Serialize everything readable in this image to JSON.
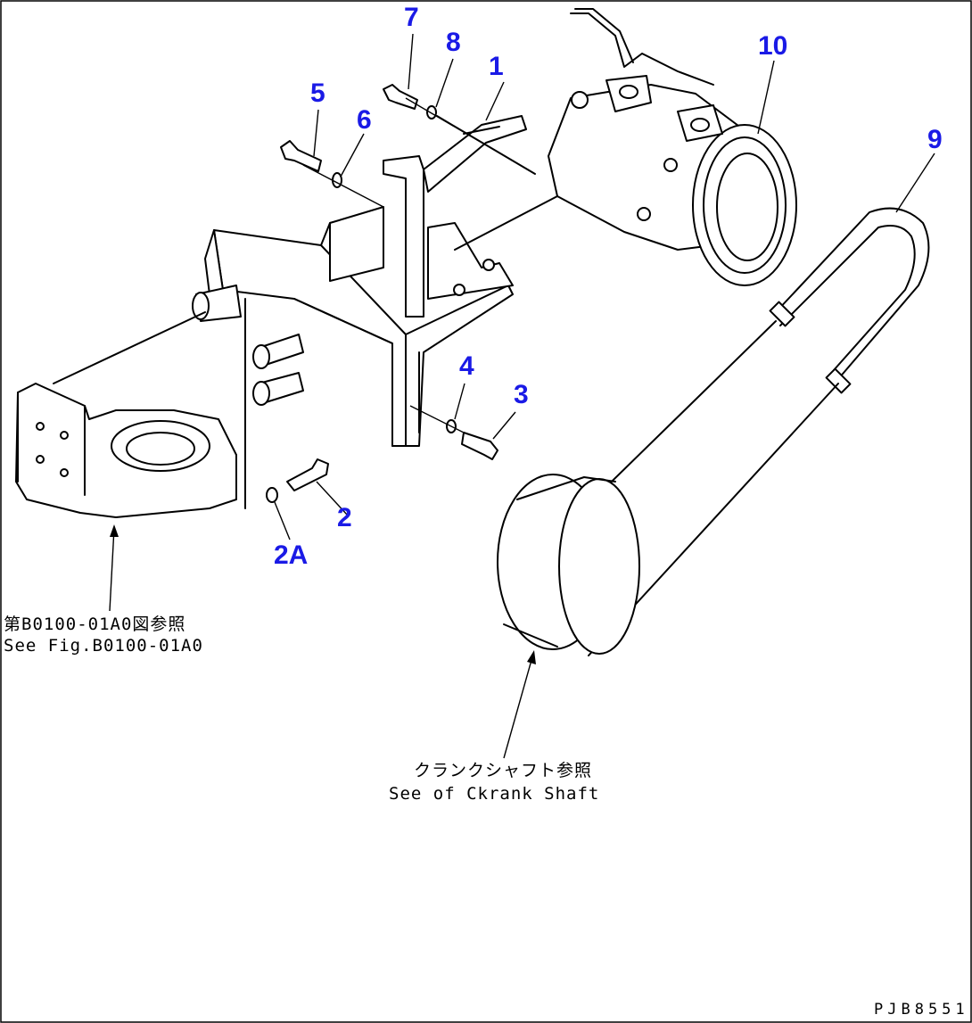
{
  "callouts": {
    "c1": "1",
    "c2": "2",
    "c2a": "2A",
    "c3": "3",
    "c4": "4",
    "c5": "5",
    "c6": "6",
    "c7": "7",
    "c8": "8",
    "c9": "9",
    "c10": "10"
  },
  "notes": {
    "frame_ref_jp": "第B0100-01A0図参照",
    "frame_ref_en": "See Fig.B0100-01A0",
    "crank_ref_jp": "クランクシャフト参照",
    "crank_ref_en": "See of Ckrank Shaft"
  },
  "drawing_code": "PJB8551",
  "colors": {
    "callout": "#1a1ae6",
    "line": "#000000",
    "background": "#ffffff"
  }
}
